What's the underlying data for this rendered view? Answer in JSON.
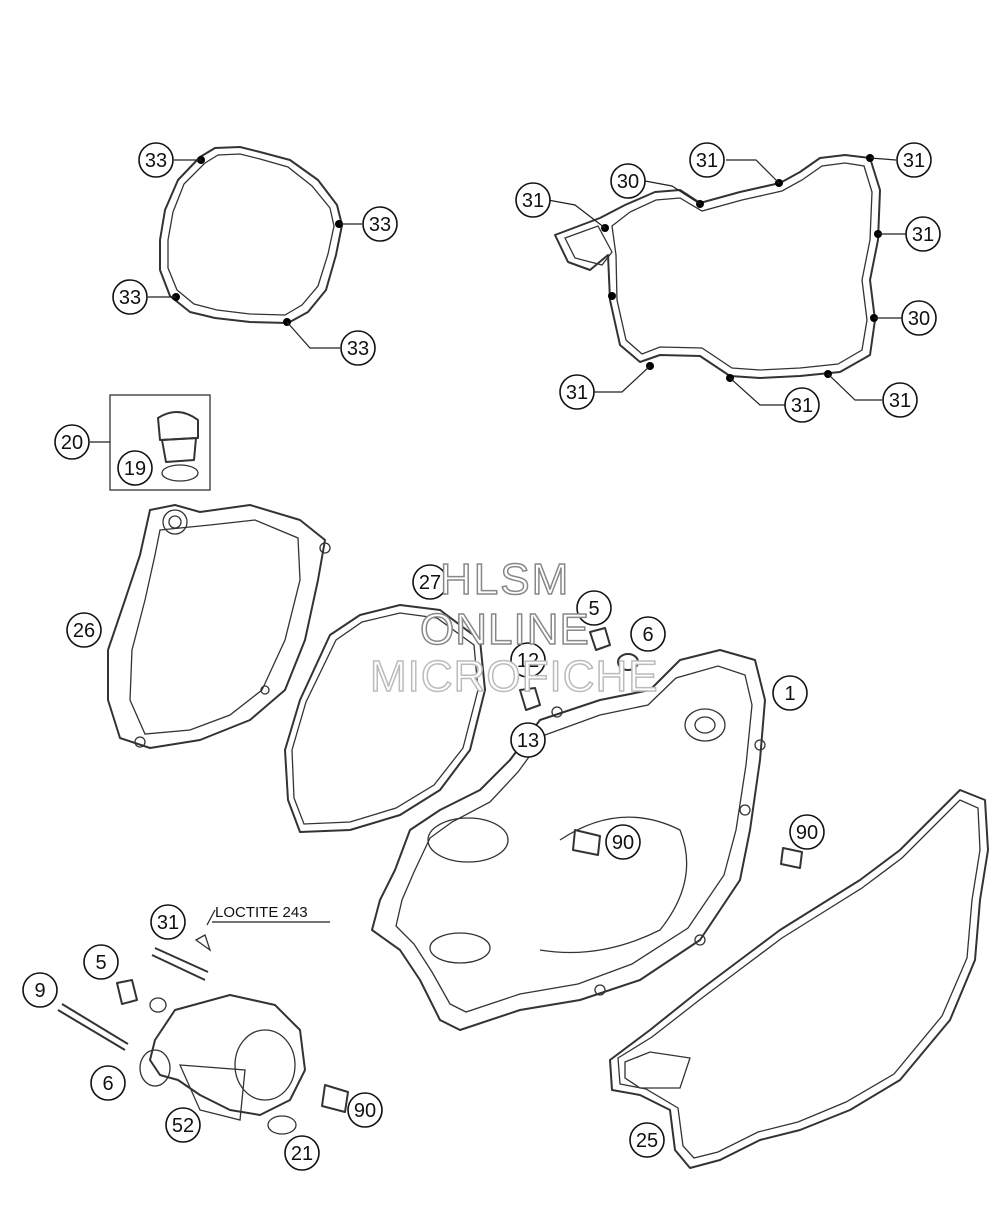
{
  "callouts": [
    {
      "id": "c33a",
      "label": "33"
    },
    {
      "id": "c33b",
      "label": "33"
    },
    {
      "id": "c33c",
      "label": "33"
    },
    {
      "id": "c33d",
      "label": "33"
    },
    {
      "id": "c31a",
      "label": "31"
    },
    {
      "id": "c31b",
      "label": "31"
    },
    {
      "id": "c31c",
      "label": "31"
    },
    {
      "id": "c31d",
      "label": "31"
    },
    {
      "id": "c31e",
      "label": "31"
    },
    {
      "id": "c31f",
      "label": "31"
    },
    {
      "id": "c31g",
      "label": "31"
    },
    {
      "id": "c31h",
      "label": "31"
    },
    {
      "id": "c30a",
      "label": "30"
    },
    {
      "id": "c30b",
      "label": "30"
    },
    {
      "id": "c20",
      "label": "20"
    },
    {
      "id": "c19",
      "label": "19"
    },
    {
      "id": "c26",
      "label": "26"
    },
    {
      "id": "c27",
      "label": "27"
    },
    {
      "id": "c5a",
      "label": "5"
    },
    {
      "id": "c6a",
      "label": "6"
    },
    {
      "id": "c12",
      "label": "12"
    },
    {
      "id": "c13",
      "label": "13"
    },
    {
      "id": "c1",
      "label": "1"
    },
    {
      "id": "c90a",
      "label": "90"
    },
    {
      "id": "c90b",
      "label": "90"
    },
    {
      "id": "c90c",
      "label": "90"
    },
    {
      "id": "c9",
      "label": "9"
    },
    {
      "id": "c5b",
      "label": "5"
    },
    {
      "id": "c6b",
      "label": "6"
    },
    {
      "id": "c52",
      "label": "52"
    },
    {
      "id": "c21",
      "label": "21"
    },
    {
      "id": "c25",
      "label": "25"
    }
  ],
  "note": {
    "loctite": "LOCTITE 243"
  },
  "watermark": {
    "line1": "HLSM",
    "line2": "ONLINE",
    "line3": "MICROFICHE"
  }
}
